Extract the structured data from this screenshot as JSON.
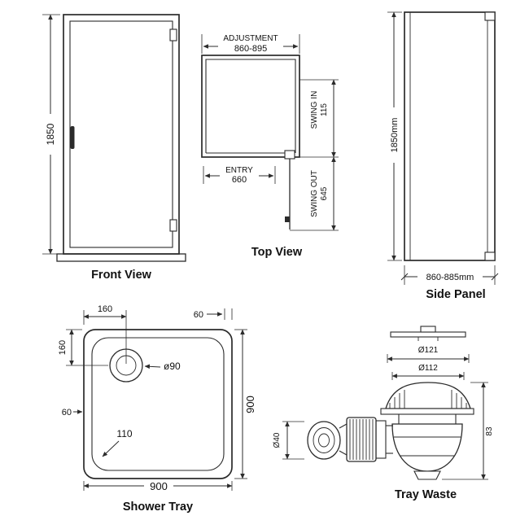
{
  "views": {
    "front_view": {
      "label": "Front View",
      "height": "1850"
    },
    "top_view": {
      "label": "Top View",
      "adjustment_label": "ADJUSTMENT",
      "adjustment_value": "860-895",
      "entry_label": "ENTRY",
      "entry_value": "660",
      "swing_in_label": "SWING IN",
      "swing_in_value": "115",
      "swing_out_label": "SWING OUT",
      "swing_out_value": "645"
    },
    "side_panel": {
      "label": "Side Panel",
      "height": "1850mm",
      "width": "860-885mm"
    },
    "shower_tray": {
      "label": "Shower Tray",
      "drain_offset_x": "160",
      "drain_offset_y": "160",
      "rim_top": "60",
      "rim_left": "60",
      "drain_diameter": "ø90",
      "corner_radius": "110",
      "depth": "900",
      "width": "900"
    },
    "tray_waste": {
      "label": "Tray Waste",
      "flange_diameter": "Ø121",
      "body_diameter": "Ø112",
      "outlet_diameter": "Ø40",
      "height": "83"
    }
  },
  "colors": {
    "line": "#2b2b2b",
    "text": "#111111",
    "background": "#ffffff"
  }
}
